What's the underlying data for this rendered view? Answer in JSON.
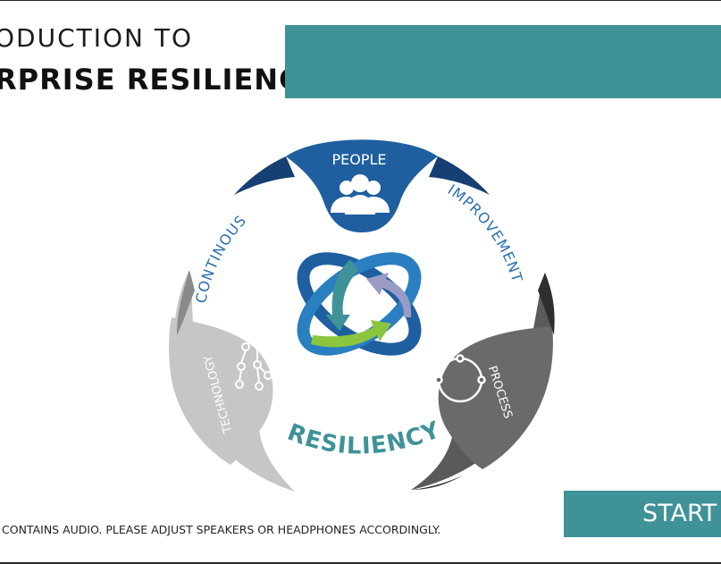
{
  "title": {
    "line1": "ODUCTION TO",
    "line2": "RPRISE RESILIENCY"
  },
  "diagram": {
    "center_label": "RESILIENCY",
    "segments": [
      {
        "label": "PEOPLE",
        "color": "#1f5f9f"
      },
      {
        "label": "PROCESS",
        "color": "#5a5a5a"
      },
      {
        "label": "TECHNOLOGY",
        "color": "#c6c6c6"
      }
    ],
    "arc_labels": [
      "CONTINOUS",
      "IMPROVEMENT"
    ],
    "icons": [
      "people-group-icon",
      "cycle-arrows-icon",
      "circuit-nodes-icon",
      "interlocking-arrows-icon"
    ]
  },
  "footer": {
    "audio_note": "CONTAINS AUDIO. PLEASE ADJUST SPEAKERS OR HEADPHONES ACCORDINGLY.",
    "start_label": "START"
  },
  "colors": {
    "teal": "#3f9298",
    "blue": "#1f5f9f",
    "dark_gray": "#5a5a5a",
    "light_gray": "#c6c6c6",
    "green": "#8cc63f",
    "lavender": "#9b9bc8"
  }
}
